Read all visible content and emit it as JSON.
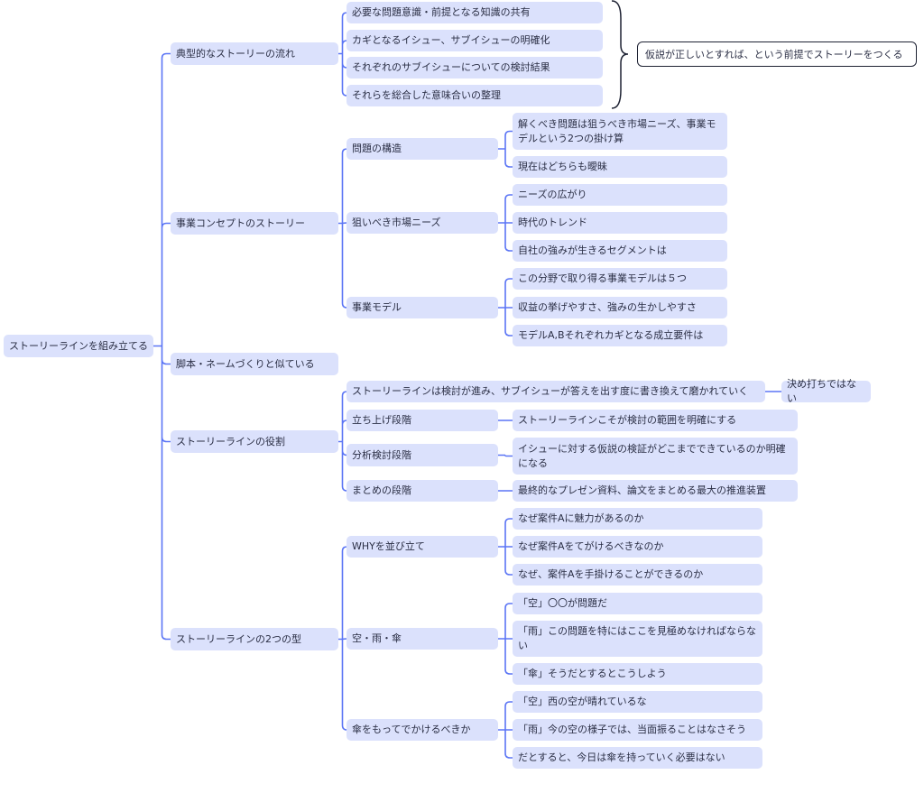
{
  "root": {
    "label": "ストーリーラインを組み立てる"
  },
  "branches": [
    {
      "label": "典型的なストーリーの流れ",
      "children": [
        {
          "label": "必要な問題意識・前提となる知識の共有"
        },
        {
          "label": "カギとなるイシュー、サブイシューの明確化"
        },
        {
          "label": "それぞれのサブイシューについての検討結果"
        },
        {
          "label": "それらを総合した意味合いの整理"
        }
      ],
      "callout": "仮説が正しいとすれば、という前提でストーリーをつくる"
    },
    {
      "label": "事業コンセプトのストーリー",
      "children": [
        {
          "label": "問題の構造",
          "children": [
            {
              "label": "解くべき問題は狙うべき市場ニーズ、事業モデルという2つの掛け算"
            },
            {
              "label": "現在はどちらも曖昧"
            }
          ]
        },
        {
          "label": "狙いべき市場ニーズ",
          "children": [
            {
              "label": "ニーズの広がり"
            },
            {
              "label": "時代のトレンド"
            },
            {
              "label": "自社の強みが生きるセグメントは"
            }
          ]
        },
        {
          "label": "事業モデル",
          "children": [
            {
              "label": "この分野で取り得る事業モデルは５つ"
            },
            {
              "label": "収益の挙げやすさ、強みの生かしやすさ"
            },
            {
              "label": "モデルA,Bそれぞれカギとなる成立要件は"
            }
          ]
        }
      ]
    },
    {
      "label": "脚本・ネームづくりと似ている"
    },
    {
      "label": "ストーリーラインの役割",
      "children": [
        {
          "label": "ストーリーラインは検討が進み、サブイシューが答えを出す度に書き換えて磨かれていく",
          "children": [
            {
              "label": "決め打ちではない"
            }
          ]
        },
        {
          "label": "立ち上げ段階",
          "children": [
            {
              "label": "ストーリーラインこそが検討の範囲を明確にする"
            }
          ]
        },
        {
          "label": "分析検討段階",
          "children": [
            {
              "label": "イシューに対する仮説の検証がどこまでできているのか明確になる"
            }
          ]
        },
        {
          "label": "まとめの段階",
          "children": [
            {
              "label": "最終的なプレゼン資料、論文をまとめる最大の推進装置"
            }
          ]
        }
      ]
    },
    {
      "label": "ストーリーラインの2つの型",
      "children": [
        {
          "label": "WHYを並び立て",
          "children": [
            {
              "label": "なぜ案件Aに魅力があるのか"
            },
            {
              "label": "なぜ案件Aをてがけるべきなのか"
            },
            {
              "label": "なぜ、案件Aを手掛けることができるのか"
            }
          ]
        },
        {
          "label": "空・雨・傘",
          "children": [
            {
              "label": "「空」〇〇が問題だ"
            },
            {
              "label": "「雨」この問題を特にはここを見極めなければならない"
            },
            {
              "label": "「傘」そうだとするとこうしよう"
            }
          ]
        },
        {
          "label": "傘をもってでかけるべきか",
          "children": [
            {
              "label": "「空」西の空が晴れているな"
            },
            {
              "label": "「雨」今の空の様子では、当面振ることはなさそう"
            },
            {
              "label": "だとすると、今日は傘を持っていく必要はない"
            }
          ]
        }
      ]
    }
  ],
  "colors": {
    "node": "#dbe1fc",
    "line": "#5b75f5",
    "text": "#2b2f45"
  }
}
